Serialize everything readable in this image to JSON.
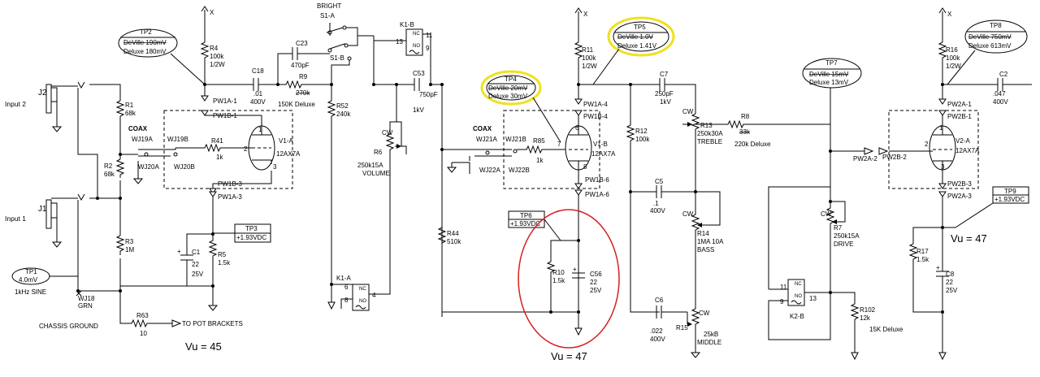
{
  "inputs": {
    "j2": "J2",
    "input2": "Input 2",
    "j1": "J1",
    "input1": "Input 1"
  },
  "tp": {
    "tp1": {
      "name": "TP1",
      "value": "4.0mV",
      "note": "1kHz SINE"
    },
    "tp2": {
      "name": "TP2",
      "deville": "DeVille 190mV",
      "deluxe": "Deluxe 180mV"
    },
    "tp3": {
      "name": "TP3",
      "value": "+1.93VDC"
    },
    "tp4": {
      "name": "TP4",
      "deville": "DeVille 20mV",
      "deluxe": "Deluxe 30mV"
    },
    "tp5": {
      "name": "TP5",
      "deville": "DeVille 1.0V",
      "deluxe": "Deluxe 1.41V"
    },
    "tp6": {
      "name": "TP6",
      "value": "+1.93VDC"
    },
    "tp7": {
      "name": "TP7",
      "deville": "DeVille 15mV",
      "deluxe": "Deluxe 13mV"
    },
    "tp8": {
      "name": "TP8",
      "deville": "DeVille 750mV",
      "deluxe": "Deluxe 613mV"
    },
    "tp9": {
      "name": "TP9",
      "value": "+1.93VDC"
    }
  },
  "components": {
    "r1": {
      "name": "R1",
      "value": "68k"
    },
    "r2": {
      "name": "R2",
      "value": "68k"
    },
    "r3": {
      "name": "R3",
      "value": "1M"
    },
    "r4": {
      "name": "R4",
      "value": "100k",
      "power": "1/2W"
    },
    "r5": {
      "name": "R5",
      "value": "1.5k"
    },
    "r6": {
      "name": "R6",
      "value": "250k15A",
      "func": "VOLUME"
    },
    "r7": {
      "name": "R7",
      "value": "250k15A",
      "func": "DRIVE"
    },
    "r8": {
      "name": "R8",
      "value": "33k",
      "note": "220k Deluxe"
    },
    "r9": {
      "name": "R9",
      "value": "270k",
      "note": "150K Deluxe"
    },
    "r10": {
      "name": "R10",
      "value": "1.5k"
    },
    "r11": {
      "name": "R11",
      "value": "100k",
      "power": "1/2W"
    },
    "r12": {
      "name": "R12",
      "value": "100k"
    },
    "r13": {
      "name": "R13",
      "value": "250k30A",
      "func": "TREBLE"
    },
    "r14": {
      "name": "R14",
      "value": "1MA 10A",
      "func": "BASS"
    },
    "r15": {
      "name": "R15",
      "value": "25kB",
      "func": "MIDDLE"
    },
    "r16": {
      "name": "R16",
      "value": "100k",
      "power": "1/2W"
    },
    "r17": {
      "name": "R17",
      "value": "1.5k"
    },
    "r41": {
      "name": "R41",
      "value": "1k"
    },
    "r44": {
      "name": "R44",
      "value": "510k"
    },
    "r52": {
      "name": "R52",
      "value": "240k"
    },
    "r63": {
      "name": "R63",
      "value": "10",
      "note": "TO POT BRACKETS"
    },
    "r85": {
      "name": "R85",
      "value": "1k"
    },
    "r102": {
      "name": "R102",
      "value": "12k",
      "note": "15K Deluxe"
    },
    "c1": {
      "name": "C1",
      "value": "22",
      "volt": "25V"
    },
    "c2": {
      "name": "C2",
      "value": ".047",
      "volt": "400V"
    },
    "c5": {
      "name": "C5",
      "value": ".1",
      "volt": "400V"
    },
    "c6": {
      "name": "C6",
      "value": ".022",
      "volt": "400V"
    },
    "c7": {
      "name": "C7",
      "value": "250pF",
      "volt": "1kV"
    },
    "c8": {
      "name": "C8",
      "value": "22",
      "volt": "25V"
    },
    "c18": {
      "name": "C18",
      "value": ".01",
      "volt": "400V"
    },
    "c23": {
      "name": "C23",
      "value": "470pF"
    },
    "c53": {
      "name": "C53",
      "value": "750pF",
      "volt": "1kV"
    },
    "c56": {
      "name": "C56",
      "value": "22",
      "volt": "25V"
    }
  },
  "tubes": {
    "v1a": {
      "name": "V1-A",
      "type": "12AX7A"
    },
    "v1b": {
      "name": "V1-B",
      "type": "12AX7A"
    },
    "v2a": {
      "name": "V2-A",
      "type": "12AX7A"
    }
  },
  "switches": {
    "bright": "BRIGHT",
    "s1a": "S1-A",
    "s1b": "S1-B",
    "k1a": "K1-A",
    "k1b": "K1-B",
    "k2b": "K2-B",
    "nc": "NC",
    "no": "NO"
  },
  "pins": {
    "pw1a1": "PW1A-1",
    "pw1b1": "PW1B-1",
    "pw1b3": "PW1B-3",
    "pw1a3": "PW1A-3",
    "pw1a4": "PW1A-4",
    "pw1b4": "PW1B-4",
    "pw1b6": "PW1B-6",
    "pw1a6": "PW1A-6",
    "pw2a1": "PW2A-1",
    "pw2b1": "PW2B-1",
    "pw2a2": "PW2A-2",
    "pw2b2": "PW2B-2",
    "pw2b3": "PW2B-3",
    "pw2a3": "PW2A-3"
  },
  "wj": {
    "coax": "COAX",
    "wj19a": "WJ19A",
    "wj19b": "WJ19B",
    "wj20a": "WJ20A",
    "wj20b": "WJ20B",
    "wj21a": "WJ21A",
    "wj21b": "WJ21B",
    "wj22a": "WJ22A",
    "wj22b": "WJ22B",
    "wj18": "WJ18",
    "grn": "GRN",
    "chassis": "CHASSIS GROUND"
  },
  "supply": {
    "x": "X"
  },
  "cw": "CW",
  "vu": {
    "first": "Vu = 45",
    "second": "Vu = 47",
    "third": "Vu = 47"
  },
  "colors": {
    "highlight_yellow": "#f0e020",
    "highlight_red": "#d42020",
    "ink": "#000000"
  }
}
